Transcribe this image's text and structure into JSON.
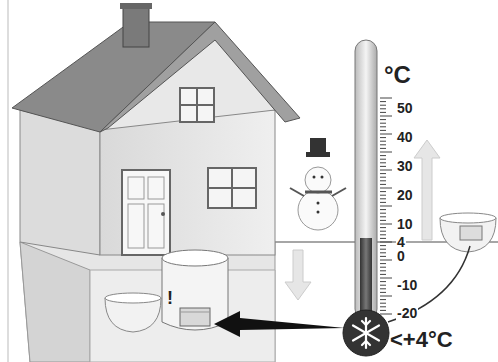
{
  "diagram": {
    "labels": [
      "°C",
      "50",
      "40",
      "30",
      "20",
      "10",
      "4",
      "0",
      "-10",
      "-20",
      "!",
      "<+4°C"
    ]
  }
}
